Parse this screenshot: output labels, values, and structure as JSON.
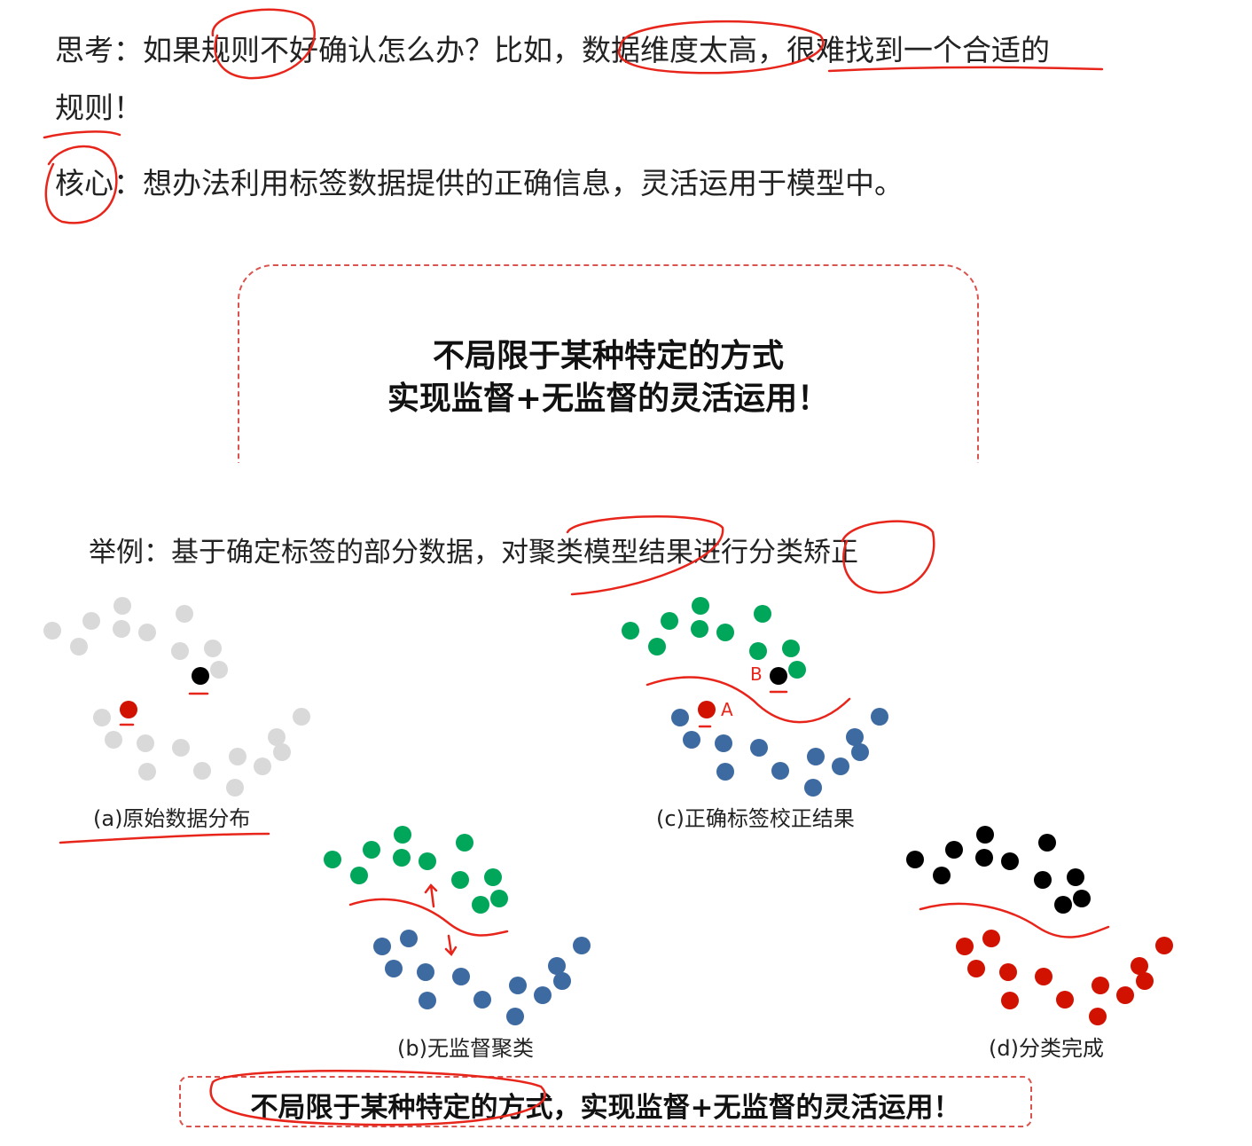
{
  "thinking": {
    "label": "思考：",
    "text": "如果规则不好确认怎么办？比如，数据维度太高，很难找到一个合适的",
    "text2": "规则！"
  },
  "core": {
    "label": "核心",
    "text": "：想办法利用标签数据提供的正确信息，灵活运用于模型中。"
  },
  "highlight_box": {
    "line1": "不局限于某种特定的方式",
    "line2": "实现监督+无监督的灵活运用！"
  },
  "example": {
    "text": "举例：基于确定标签的部分数据，对聚类模型结果进行分类矫正"
  },
  "panels": {
    "a": {
      "caption": "(a)原始数据分布"
    },
    "b": {
      "caption": "(b)无监督聚类"
    },
    "c": {
      "caption": "(c)正确标签校正结果",
      "label_a": "A",
      "label_b": "B"
    },
    "d": {
      "caption": "(d)分类完成"
    }
  },
  "bottom_box": {
    "text": "不局限于某种特定的方式，实现监督+无监督的灵活运用！"
  },
  "colors": {
    "gray": "#d9d9d9",
    "green": "#00a65a",
    "blue": "#3d6aa1",
    "red": "#d11200",
    "black": "#000000",
    "annotation": "#e8251b",
    "box_border": "#d9534f"
  }
}
